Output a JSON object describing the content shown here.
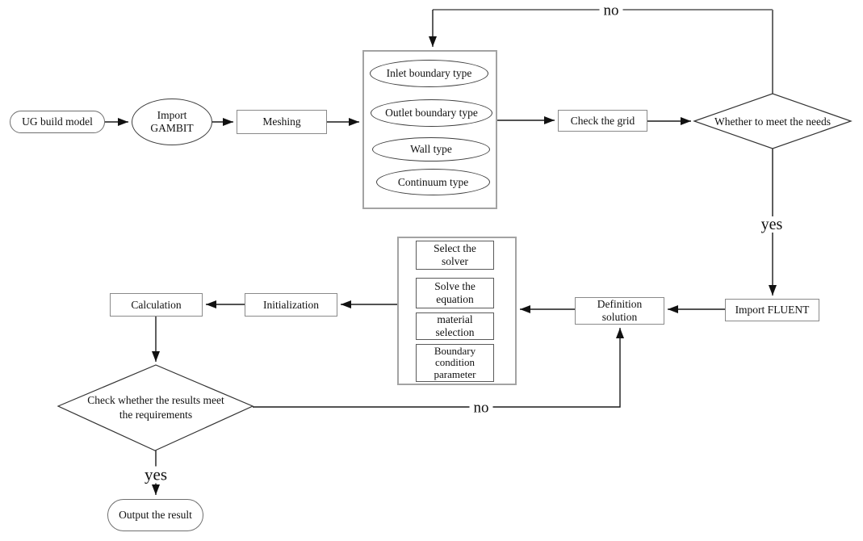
{
  "nodes": {
    "ug_build_model": "UG build model",
    "import_gambit": "Import\nGAMBIT",
    "meshing": "Meshing",
    "boundary_types": [
      "Inlet boundary type",
      "Outlet boundary type",
      "Wall type",
      "Continuum type"
    ],
    "check_grid": "Check the grid",
    "decision_grid": "Whether to meet the needs",
    "import_fluent": "Import FLUENT",
    "definition_solution": "Definition\nsolution",
    "solver_steps": [
      "Select the\nsolver",
      "Solve the\nequation",
      "material\nselection",
      "Boundary\ncondition\nparameter"
    ],
    "initialization": "Initialization",
    "calculation": "Calculation",
    "decision_results": "Check whether the results meet\nthe requirements",
    "output_result": "Output the result"
  },
  "edge_labels": {
    "no_top": "no",
    "yes_grid": "yes",
    "no_results": "no",
    "yes_results": "yes"
  },
  "colors": {
    "connector": "#1a1a1a",
    "loop_top": "#7f7f7f",
    "rect_border": "#8a8a8a",
    "ellipse_border": "#3f3f3f",
    "background": "#ffffff"
  }
}
